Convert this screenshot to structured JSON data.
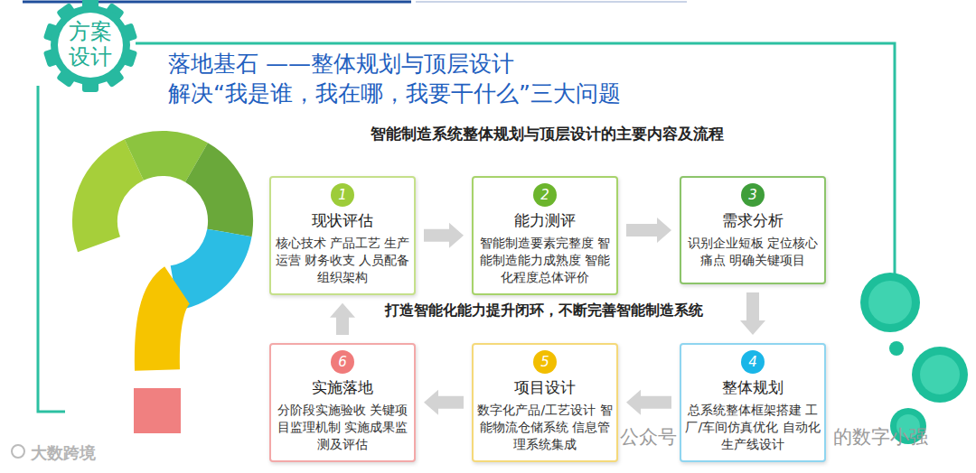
{
  "diagram": {
    "title": "落地基石 ——整体规划与顶层设计",
    "nodes": [
      {
        "text": [
          "方案 设计"
        ]
      },
      {
        "text": [
          "现状评估",
          "核心技术 产品工艺 生产运营 财务收支 人员配备 组织架构"
        ]
      },
      {
        "text": [
          "1"
        ],
        "in": 1
      },
      {
        "text": [
          "能力测评",
          "智能制造要素完整度 智能制造能力成熟度 智能化程度总体评价"
        ]
      },
      {
        "text": [
          "2"
        ],
        "in": 3
      },
      {
        "text": [
          "需求分析",
          "识别企业短板 定位核心痛点 明确关键项目"
        ]
      },
      {
        "text": [
          "3"
        ],
        "in": 5
      },
      {
        "text": [
          "整体规划",
          "总系统整体框架搭建 工厂/车间仿真优化 自动化生产线设计"
        ]
      },
      {
        "text": [
          "4"
        ],
        "in": 7
      },
      {
        "text": [
          "项目设计",
          "数字化产品/工艺设计 智能物流仓储系统 信息管理系统集成"
        ]
      },
      {
        "text": [
          "5"
        ],
        "in": 9
      },
      {
        "text": [
          "实施落地",
          "分阶段实施验收 关键项目监理机制 实施成果监测及评估"
        ]
      },
      {
        "text": [
          "6"
        ],
        "in": 11
      }
    ],
    "edges": [
      {
        "from": 1,
        "to": 3,
        "arrow": "to"
      },
      {
        "from": 3,
        "to": 5,
        "arrow": "to"
      },
      {
        "from": 5,
        "to": 7,
        "arrow": "to"
      },
      {
        "from": 7,
        "to": 9,
        "arrow": "to"
      },
      {
        "from": 9,
        "to": 11,
        "arrow": "to"
      },
      {
        "from": 11,
        "to": 1,
        "arrow": "to"
      }
    ],
    "labels": [
      "解决“我是谁，我在哪，我要干什么”三大问题",
      "智能制造系统整体规划与顶层设计的主要内容及流程",
      "打造智能化能力提升闭环，不断完善智能制造系统",
      "大数跨境",
      "公众号",
      "的数字小强"
    ]
  }
}
